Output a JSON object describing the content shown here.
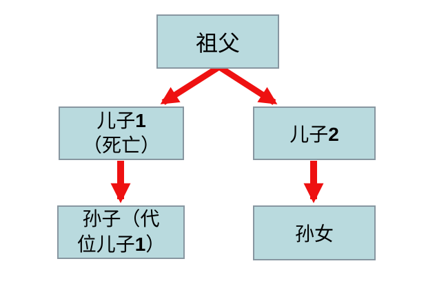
{
  "canvas": {
    "bg": "#ffffff"
  },
  "colors": {
    "node_fill": "#b9dade",
    "node_border": "#8796a0",
    "arrow": "#ee1111",
    "text": "#000000"
  },
  "diagram": {
    "type": "family-tree-flowchart",
    "nodes": [
      {
        "id": "grandfather",
        "label": "祖父",
        "lines": [
          [
            {
              "t": "祖父",
              "b": false
            }
          ]
        ]
      },
      {
        "id": "son1",
        "label": "儿子1（死亡）",
        "lines": [
          [
            {
              "t": "儿子",
              "b": false
            },
            {
              "t": "1",
              "b": true
            }
          ],
          [
            {
              "t": "（死亡）",
              "b": false
            }
          ]
        ]
      },
      {
        "id": "son2",
        "label": "儿子2",
        "lines": [
          [
            {
              "t": "儿子",
              "b": false
            },
            {
              "t": "2",
              "b": true
            }
          ]
        ]
      },
      {
        "id": "grandson",
        "label": "孙子（代位儿子1）",
        "lines": [
          [
            {
              "t": "孙子（代",
              "b": false
            }
          ],
          [
            {
              "t": "位儿子",
              "b": false
            },
            {
              "t": "1",
              "b": true
            },
            {
              "t": "）",
              "b": false
            }
          ]
        ]
      },
      {
        "id": "granddaughter",
        "label": "孙女",
        "lines": [
          [
            {
              "t": "孙女",
              "b": false
            }
          ]
        ]
      }
    ],
    "edges": [
      {
        "from": "grandfather",
        "to": "son1"
      },
      {
        "from": "grandfather",
        "to": "son2"
      },
      {
        "from": "son1",
        "to": "grandson"
      },
      {
        "from": "son2",
        "to": "granddaughter"
      }
    ]
  }
}
